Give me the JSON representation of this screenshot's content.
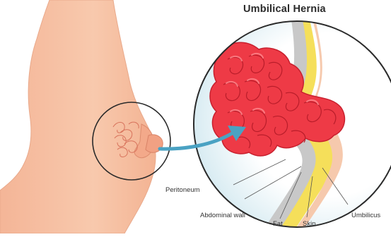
{
  "title": "Umbilical Hernia",
  "labels": {
    "peritoneum": "Peritoneum",
    "abdominal_wall": "Abdominal wall",
    "fat": "Fat",
    "skin": "Skin",
    "umbilicus": "Umbilicus"
  },
  "colors": {
    "skin_body": "#f7c3a6",
    "skin_outline": "#e6a487",
    "intestine": "#ee3a46",
    "intestine_dark": "#c8202e",
    "intestine_highlight": "#ff8a8f",
    "fat_layer": "#f4dc58",
    "wall_layer": "#c9c9c9",
    "circle_bg": "#ffffff",
    "circle_outer_tint": "#cfe7ef",
    "arrow": "#4aa2c3"
  },
  "icons": [
    "magnify-circle-outline",
    "pointer-arrow"
  ]
}
